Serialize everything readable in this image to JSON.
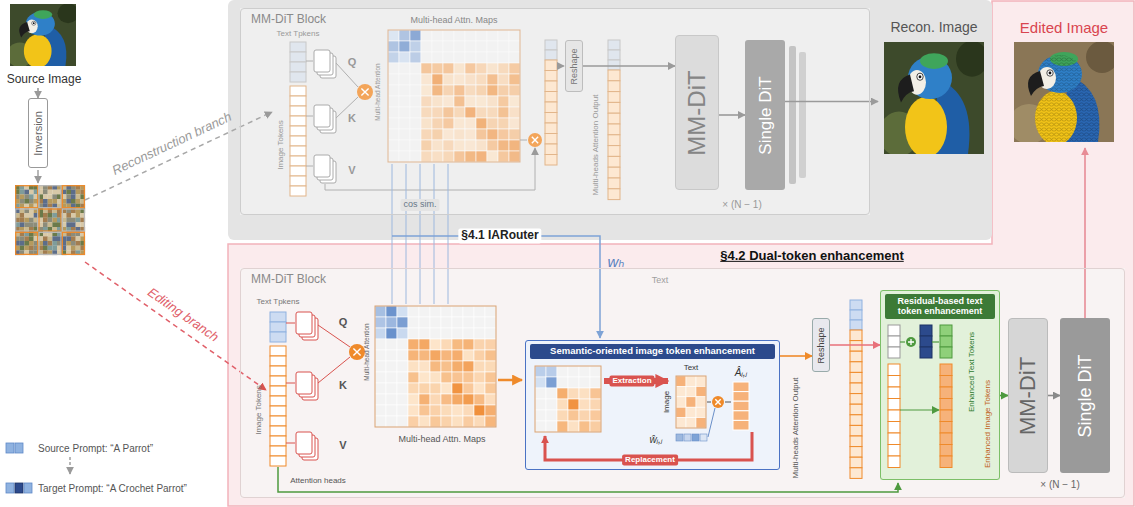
{
  "diagram": {
    "nodes": [
      {
        "text": [
          "Source Image"
        ]
      },
      {
        "text": [
          "Inversion"
        ]
      },
      {
        "text": [
          "MM-DiT Block"
        ]
      },
      {
        "text": [
          "Reshape"
        ],
        "in": 2
      },
      {
        "text": [
          "MM-DiT"
        ],
        "in": 2
      },
      {
        "text": [
          "Single DiT"
        ],
        "in": 2
      },
      {
        "text": [
          "Recon. Image"
        ]
      },
      {
        "text": [
          "Edited Image"
        ]
      },
      {
        "text": [
          "MM-DiT Block"
        ]
      },
      {
        "text": [
          "Semantic-oriented image token enhancement"
        ],
        "in": 8
      },
      {
        "text": [
          "Reshape"
        ],
        "in": 8
      },
      {
        "text": [
          "Residual-based text token enhancement"
        ],
        "in": 8
      },
      {
        "text": [
          "MM-DiT"
        ],
        "in": 8
      },
      {
        "text": [
          "Single DiT"
        ],
        "in": 8
      }
    ],
    "edges": [
      {
        "from": 0,
        "to": 1,
        "arrow": "to"
      },
      {
        "from": 3,
        "to": 4,
        "arrow": "to"
      },
      {
        "from": 4,
        "to": 5,
        "arrow": "to"
      },
      {
        "from": 5,
        "to": 6,
        "arrow": "to"
      },
      {
        "from": 9,
        "to": 10,
        "arrow": "to"
      },
      {
        "from": 10,
        "to": 11,
        "arrow": "to"
      },
      {
        "from": 11,
        "to": 12,
        "arrow": "to"
      },
      {
        "from": 12,
        "to": 13,
        "arrow": "to"
      },
      {
        "from": 13,
        "to": 7,
        "arrow": "to"
      }
    ],
    "labels": [
      "Reconstruction branch",
      "Editing branch",
      "Text Tpkens",
      "Image Tokens",
      "Q",
      "K",
      "V",
      "Multi-head Attention",
      "Multi-head Attn. Maps",
      "Multi-heads Attention Output",
      "× (N − 1)",
      "cos sim.",
      "§4.1 IARouter",
      "wₕ",
      "§4.2 Dual-token enhancement",
      "Text",
      "Source Prompt: “A Parrot”",
      "Target Prompt: “A Crochet Parrot”",
      "Text Tpkens",
      "Image Tokens",
      "Q",
      "K",
      "V",
      "Multi-head Attention",
      "Attention heads",
      "Multi-head Attn. Maps",
      "Text",
      "Image",
      "Extraction",
      "Replacement",
      "ŵᵢ,ⱼ",
      "Âᵢ,ⱼ",
      "Multi-heads Attention Output",
      "Enhanced Text Tokens",
      "Enhanced Image Tokens",
      "× (N − 1)"
    ]
  }
}
